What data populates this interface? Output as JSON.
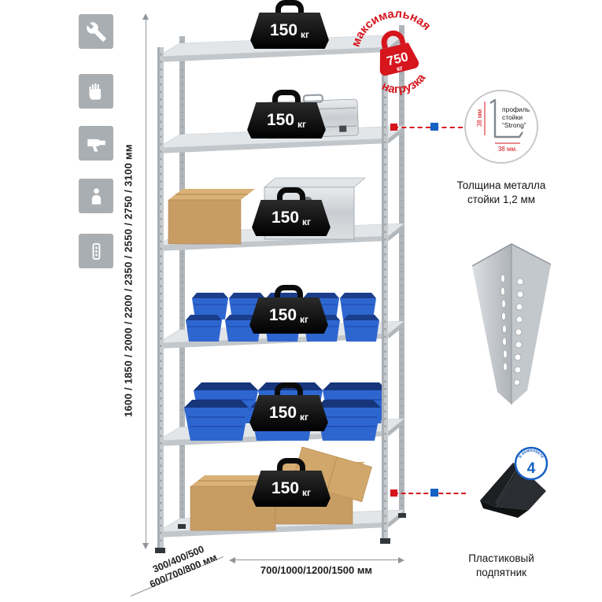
{
  "sidebar": {
    "tiles": [
      {
        "icon": "wrench-icon"
      },
      {
        "icon": "gloves-icon"
      },
      {
        "icon": "drill-icon"
      },
      {
        "icon": "person-icon"
      },
      {
        "icon": "perforated-post-icon"
      }
    ]
  },
  "dimensions": {
    "height": "1600 / 1850 / 2000 / 2200 / 2350 / 2550 / 2750 / 3100 мм",
    "depth_line1": "300/400/500",
    "depth_line2": "600/700/800 мм",
    "width": "700/1000/1200/1500 мм"
  },
  "shelf_load": {
    "value": "150",
    "unit": "кг"
  },
  "stamp": {
    "arc_top": "максимальная",
    "arc_bottom": "нагрузка",
    "value": "750",
    "unit": "кг"
  },
  "profile": {
    "label_line1": "профиль",
    "label_line2": "стойки",
    "label_line3": "“Strong”",
    "dim_vertical": "38 мм",
    "dim_horizontal": "38 мм.",
    "caption_line1": "Толщина металла",
    "caption_line2": "стойки 1,2 мм"
  },
  "foot": {
    "badge_value": "4",
    "badge_text": "в комплекте",
    "caption_line1": "Пластиковый",
    "caption_line2": "подпятник"
  },
  "colors": {
    "accent_red": "#d6151d",
    "accent_blue": "#1561c4",
    "tile_gray": "#a9aeb2"
  }
}
